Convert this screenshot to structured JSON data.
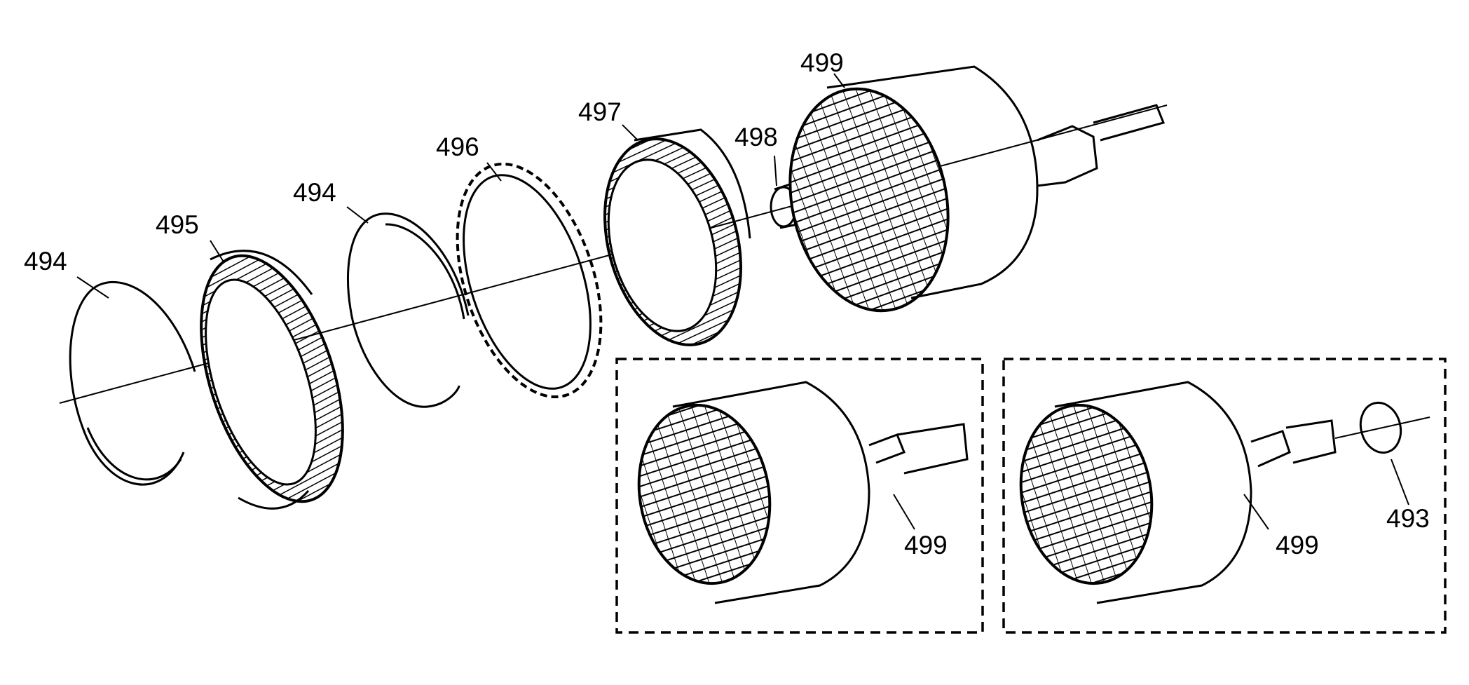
{
  "callouts": {
    "snap_ring_left": "494",
    "ring_495": "495",
    "snap_ring_middle": "494",
    "plate_496": "496",
    "ring_497": "497",
    "bushing_498": "498",
    "housing_main": "499",
    "housing_variant_a": "499",
    "housing_variant_b": "499",
    "seal_ring_493": "493"
  },
  "colors": {
    "line": "#000000",
    "background": "#ffffff"
  }
}
